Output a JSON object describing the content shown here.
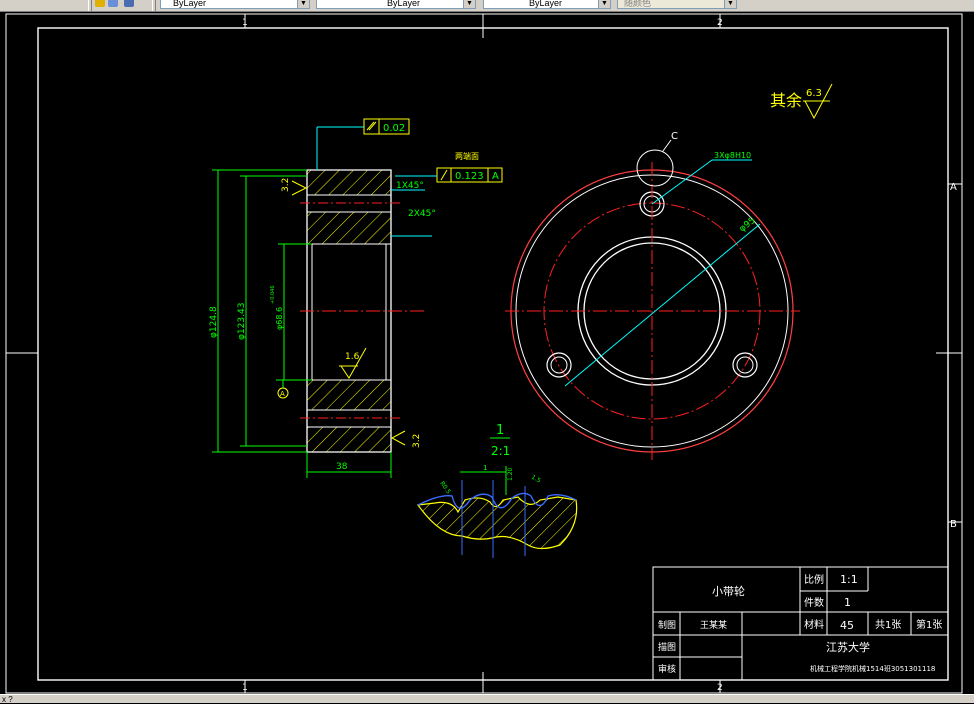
{
  "toolbar": {
    "layer_combo": "ByLayer",
    "linetype_combo": "ByLayer",
    "lineweight_combo": "ByLayer",
    "plotstyle_combo": "随颜色"
  },
  "frame": {
    "zone_top_1": "1",
    "zone_top_2": "2",
    "zone_bottom_1": "1",
    "zone_bottom_2": "2",
    "zone_right_a": "A",
    "zone_right_b": "B"
  },
  "roughness_note": {
    "prefix": "其余",
    "value": "6.3"
  },
  "section_view": {
    "flatness_value": "0.02",
    "runout_title": "两端面",
    "runout_value": "0.123",
    "runout_datum": "A",
    "chamfer_1": "1X45°",
    "chamfer_2": "2X45°",
    "roughness_top": "3.2",
    "roughness_bottom": "3.2",
    "roughness_bore": "1.6",
    "dim_outer": "φ124.8",
    "dim_root": "φ123.43",
    "dim_bore": "φ68.6",
    "dim_bore_tol": "+0.046",
    "datum_letter": "A",
    "dim_width": "38"
  },
  "front_view": {
    "label_c": "C",
    "holes_note": "3Xφ8H10",
    "pcd": "φ95"
  },
  "detail_view": {
    "label_num": "1",
    "label_scale": "2:1",
    "dim_a": "R0.5",
    "dim_b": "1",
    "dim_c": "1.20",
    "dim_d": "1.5"
  },
  "title_block": {
    "part_name": "小带轮",
    "scale_label": "比例",
    "scale_value": "1:1",
    "qty_label": "件数",
    "qty_value": "1",
    "drawn_label": "制图",
    "drawn_name": "王某某",
    "design_label": "描图",
    "check_label": "审核",
    "material_label": "材料",
    "material_value": "45",
    "sheets_total": "共1张",
    "sheet_no": "第1张",
    "school": "江苏大学",
    "class_info": "机械工程学院机械1514班3051301118"
  },
  "status": {
    "text": "x ?"
  },
  "colors": {
    "outline": "#ffffff",
    "section": "#ffff00",
    "dimension": "#00ff00",
    "annotation": "#00ffff",
    "centerline": "#ff2020",
    "gear_circle": "#ff4040",
    "tooth_profile": "#3a6cff"
  }
}
